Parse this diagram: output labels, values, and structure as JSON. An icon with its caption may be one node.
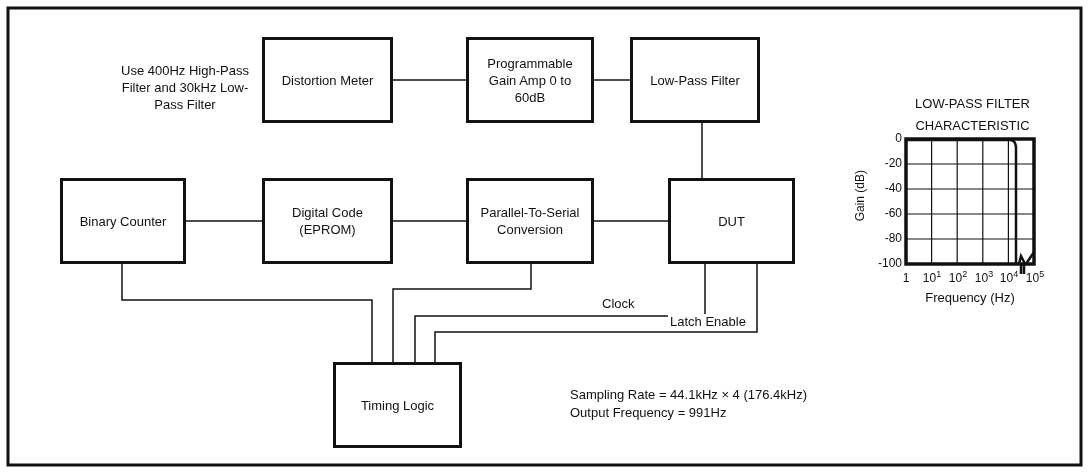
{
  "diagram": {
    "nodes": [
      {
        "text": [
          "Distortion Meter"
        ]
      },
      {
        "text": [
          "Programmable Gain Amp 0 to 60dB"
        ]
      },
      {
        "text": [
          "Low-Pass Filter"
        ]
      },
      {
        "text": [
          "Binary Counter"
        ]
      },
      {
        "text": [
          "Digital Code (EPROM)"
        ]
      },
      {
        "text": [
          "Parallel-To-Serial Conversion"
        ]
      },
      {
        "text": [
          "DUT"
        ]
      },
      {
        "text": [
          "Timing Logic"
        ]
      }
    ],
    "edges": [
      {
        "from": 0,
        "to": 1,
        "arrow": "none"
      },
      {
        "from": 1,
        "to": 2,
        "arrow": "none"
      },
      {
        "from": 2,
        "to": 6,
        "arrow": "none"
      },
      {
        "from": 3,
        "to": 4,
        "arrow": "none"
      },
      {
        "from": 4,
        "to": 5,
        "arrow": "none"
      },
      {
        "from": 5,
        "to": 6,
        "arrow": "none"
      },
      {
        "from": 3,
        "to": 7,
        "arrow": "none"
      },
      {
        "from": 5,
        "to": 7,
        "arrow": "none"
      },
      {
        "from": 6,
        "to": 7,
        "arrow": "none",
        "label": "Clock"
      },
      {
        "from": 6,
        "to": 7,
        "arrow": "none",
        "label": "Latch Enable"
      }
    ],
    "labels": [
      "Use 400Hz High-Pass Filter and 30kHz Low-Pass Filter",
      "LOW-PASS FILTER CHARACTERISTIC",
      "0",
      "-20",
      "-40",
      "-60",
      "-80",
      "-100",
      "Gain (dB)",
      "1",
      "10$^{1}$",
      "10$^{2}$",
      "10$^{3}$",
      "10$^{4}$",
      "10$^{5}$",
      "Frequency (Hz)",
      "Sampling Rate = 44.1kHz × 4 (176.4kHz)",
      "Output Frequency = 991Hz"
    ]
  }
}
